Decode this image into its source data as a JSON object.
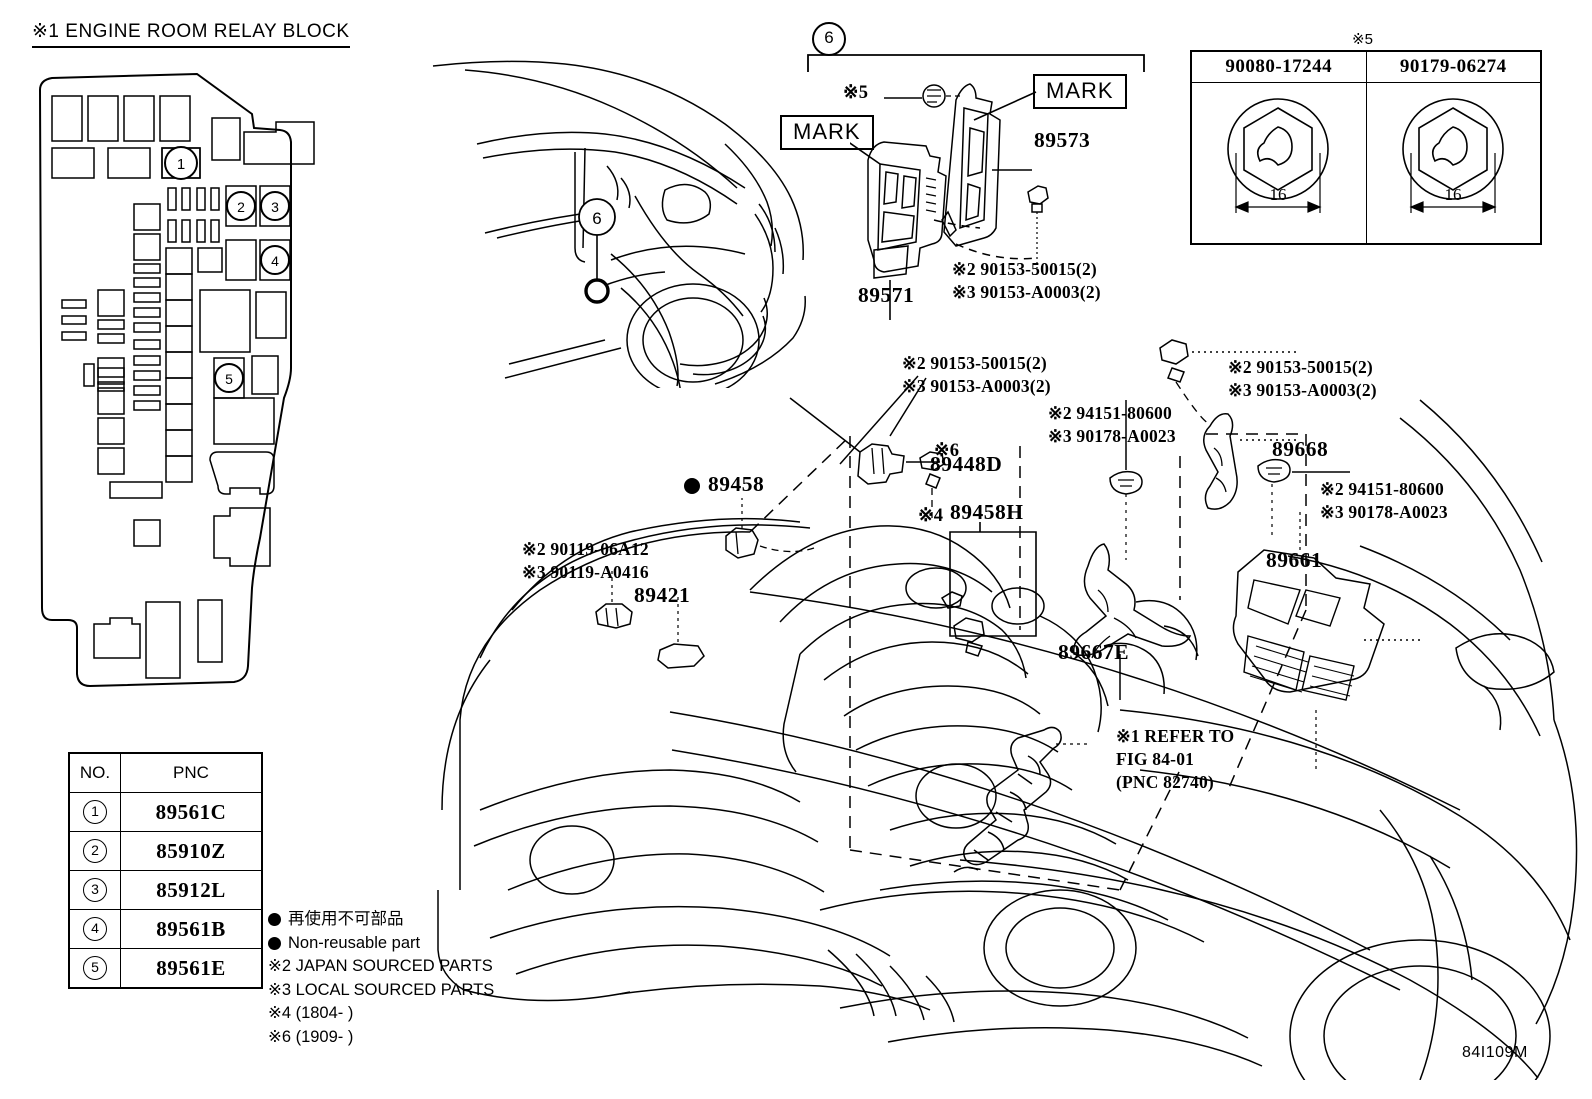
{
  "section": {
    "mark": "※1",
    "title": "※1 ENGINE ROOM RELAY BLOCK"
  },
  "relay_block": {
    "callouts": [
      "1",
      "2",
      "3",
      "4",
      "5"
    ]
  },
  "pnc_table": {
    "headers": [
      "NO.",
      "PNC"
    ],
    "rows": [
      {
        "no": "1",
        "pnc": "89561C"
      },
      {
        "no": "2",
        "pnc": "85910Z"
      },
      {
        "no": "3",
        "pnc": "85912L"
      },
      {
        "no": "4",
        "pnc": "89561B"
      },
      {
        "no": "5",
        "pnc": "89561E"
      }
    ]
  },
  "legend": {
    "nonreusable_jp": "再使用不可部品",
    "nonreusable_en": "Non-reusable part",
    "note2": "※2 JAPAN SOURCED PARTS",
    "note3": "※3 LOCAL SOURCED PARTS",
    "note4": "※4 (1804-        )",
    "note6": "※6 (1909-        )"
  },
  "bolt_table": {
    "title": "※5",
    "columns": [
      {
        "part_no": "90080-17244",
        "dimension": "16"
      },
      {
        "part_no": "90179-06274",
        "dimension": "16"
      }
    ]
  },
  "vehicle_rear": {
    "callout": "6"
  },
  "group6": {
    "callout": "6",
    "mark_left": "MARK",
    "mark_right": "MARK",
    "bolt_ref": "※5",
    "part_89571": "89571",
    "part_89573": "89573",
    "fastener_jp": "※2 90153-50015(2)",
    "fastener_local": "※3 90153-A0003(2)"
  },
  "engine_bay": {
    "fastener_a_jp": "※2 90153-50015(2)",
    "fastener_a_local": "※3 90153-A0003(2)",
    "fastener_b_jp": "※2 90153-50015(2)",
    "fastener_b_local": "※3 90153-A0003(2)",
    "fastener_c_jp": "※2 94151-80600",
    "fastener_c_local": "※3 90178-A0023",
    "fastener_d_jp": "※2 94151-80600",
    "fastener_d_local": "※3 90178-A0023",
    "fastener_e_jp": "※2 90119-06A12",
    "fastener_e_local": "※3 90119-A0416",
    "part_89448D": "89448D",
    "part_89448D_mark": "※6",
    "part_89458": "89458",
    "part_89458H": "89458H",
    "part_89458H_mark": "※4",
    "part_89421": "89421",
    "part_89668": "89668",
    "part_89661": "89661",
    "part_89667E": "89667E",
    "refer_line1": "※1 REFER TO",
    "refer_line2": "FIG 84-01",
    "refer_line3": "(PNC 82740)"
  },
  "figure_id": "84I109M"
}
